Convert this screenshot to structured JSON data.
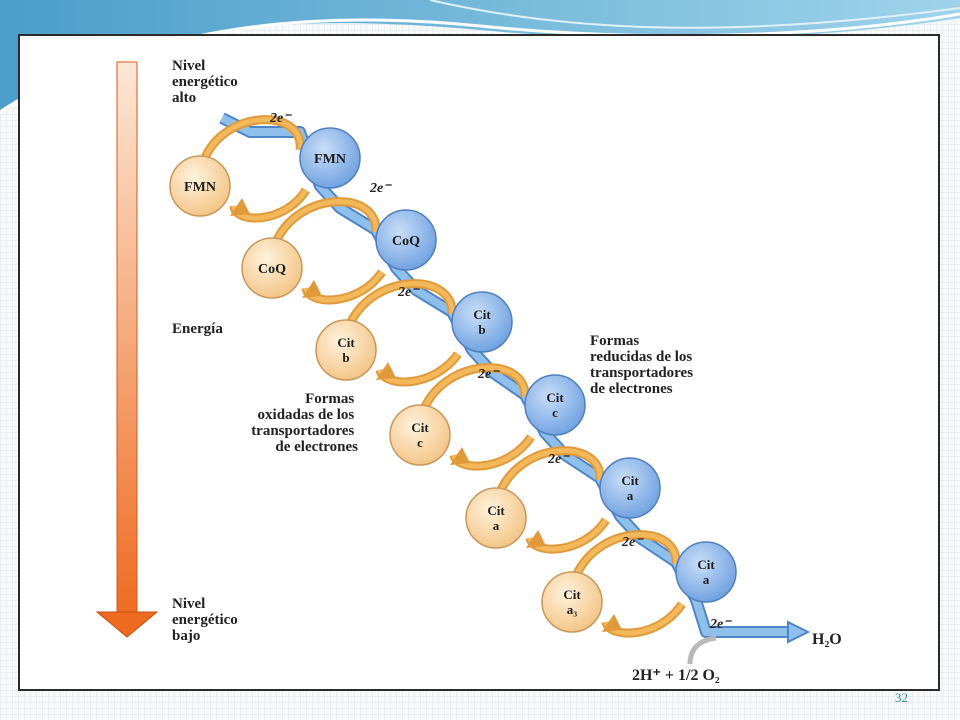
{
  "labels": {
    "nivel_alto": [
      "Nivel",
      "energético",
      "alto"
    ],
    "energia": "Energía",
    "nivel_bajo": [
      "Nivel",
      "energético",
      "bajo"
    ],
    "formas_reducidas": [
      "Formas",
      "reducidas de los",
      "transportadores",
      "de electrones"
    ],
    "formas_oxidadas": [
      "Formas",
      "oxidadas de los",
      "transportadores",
      "de electrones"
    ],
    "electrons": "2e⁻",
    "product_water": "H₂O",
    "reactants": "2H⁺ + 1/2 O₂"
  },
  "carriers": [
    {
      "id": "fmn",
      "reduced": [
        "FMN"
      ],
      "oxidized": [
        "FMN"
      ]
    },
    {
      "id": "coq",
      "reduced": [
        "CoQ"
      ],
      "oxidized": [
        "CoQ"
      ]
    },
    {
      "id": "cit-b",
      "reduced": [
        "Cit",
        "b"
      ],
      "oxidized": [
        "Cit",
        "b"
      ]
    },
    {
      "id": "cit-c",
      "reduced": [
        "Cit",
        "c"
      ],
      "oxidized": [
        "Cit",
        "c"
      ]
    },
    {
      "id": "cit-a",
      "reduced": [
        "Cit",
        "a"
      ],
      "oxidized": [
        "Cit",
        "a"
      ]
    },
    {
      "id": "cit-a3",
      "reduced": [
        "Cit",
        "a"
      ],
      "oxidized": [
        "Cit",
        "a₃"
      ]
    }
  ],
  "colors": {
    "reduced_fill": "#7aa9e6",
    "oxidized_fill": "#f7cf92",
    "electron_path": "#8fc0ec",
    "cycle_arrow": "#f3b85a",
    "energy_arrow": "#f27a2c"
  },
  "slide": {
    "page_number": "32"
  }
}
